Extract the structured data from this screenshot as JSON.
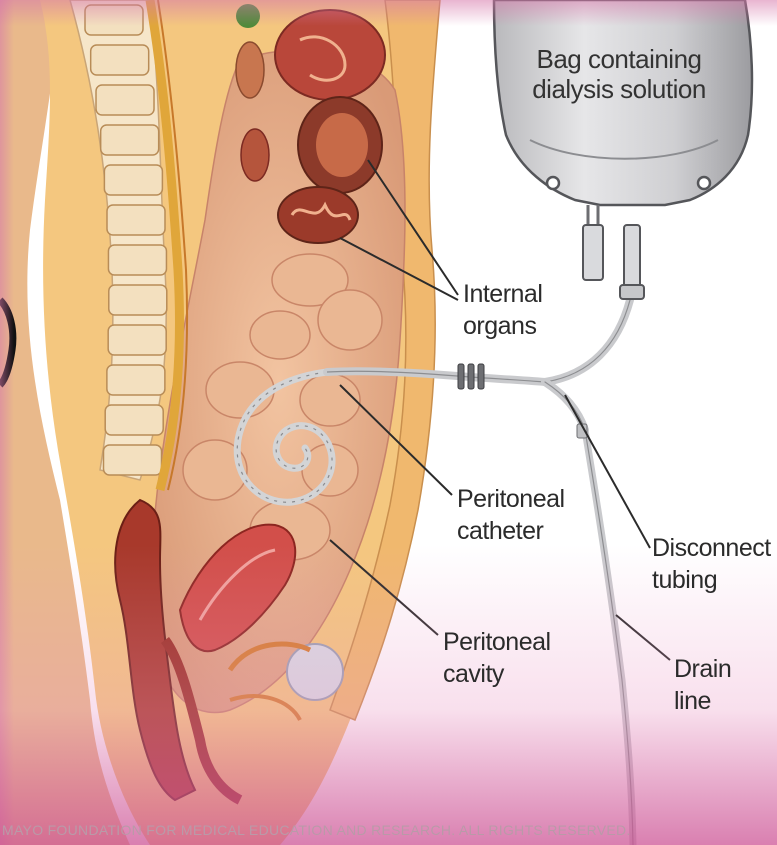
{
  "labels": {
    "bag": [
      "Bag containing",
      "dialysis solution"
    ],
    "internal_organs": [
      "Internal",
      "organs"
    ],
    "peritoneal_catheter": [
      "Peritoneal",
      "catheter"
    ],
    "disconnect_tubing": [
      "Disconnect",
      "tubing"
    ],
    "peritoneal_cavity": [
      "Peritoneal",
      "cavity"
    ],
    "drain_line": [
      "Drain",
      "line"
    ]
  },
  "copyright": "MAYO FOUNDATION FOR MEDICAL EDUCATION AND RESEARCH. ALL RIGHTS RESERVED."
}
